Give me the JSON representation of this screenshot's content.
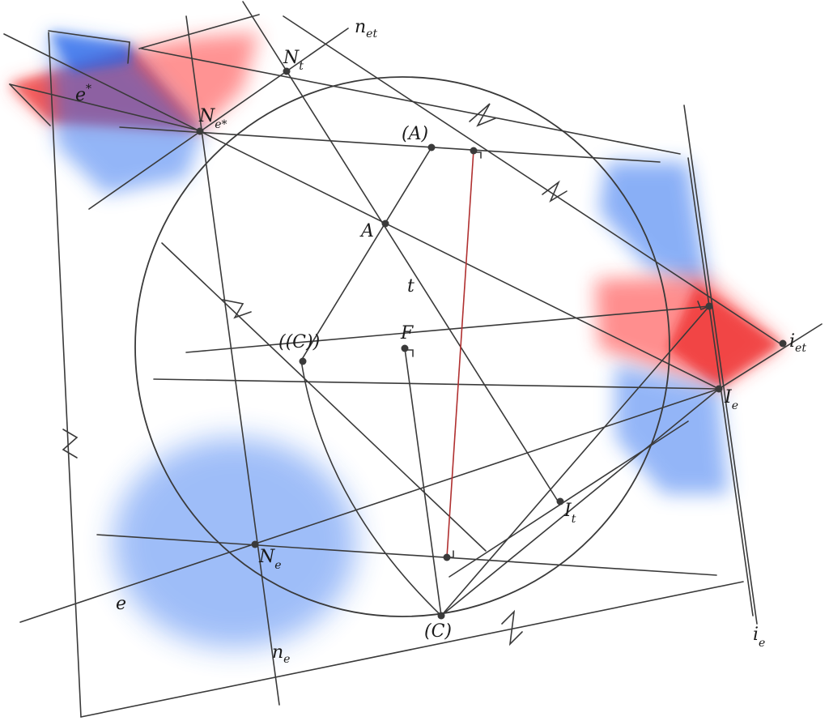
{
  "labels": {
    "A": "A",
    "A_paren": "(A)",
    "C_paren": "(C)",
    "C_double_paren": "((C))",
    "F": "F",
    "t": "t",
    "e": "e",
    "e_star_base": "e",
    "e_star_sup": "*",
    "N_t_base": "N",
    "N_t_sub": "t",
    "N_estar_base": "N",
    "N_estar_sub": "e*",
    "N_e_base": "N",
    "N_e_sub": "e",
    "n_et_base": "n",
    "n_et_sub": "et",
    "n_e_base": "n",
    "n_e_sub": "e",
    "I_e_base": "I",
    "I_e_sub": "e",
    "I_t_base": "I",
    "I_t_sub": "t",
    "i_et_base": "i",
    "i_et_sub": "et",
    "i_e_base": "i",
    "i_e_sub": "e"
  },
  "colors": {
    "line": "#3a3a3a",
    "red_line": "#b03030",
    "red_shade": "#ff3030",
    "blue_shade": "#2a6ef0"
  }
}
